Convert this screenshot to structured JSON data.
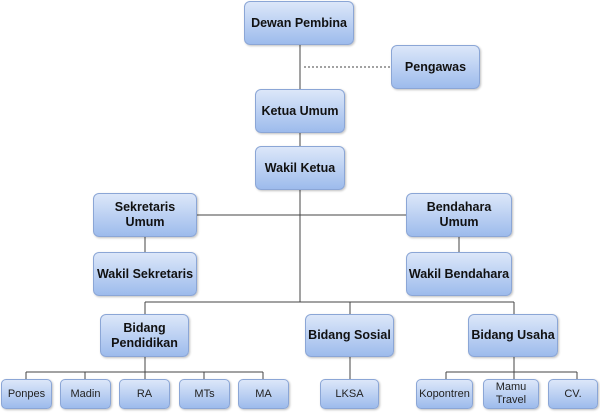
{
  "chart_title": "",
  "nodes": {
    "dewan_pembina": "Dewan Pembina",
    "pengawas": "Pengawas",
    "ketua_umum": "Ketua Umum",
    "wakil_ketua": "Wakil Ketua",
    "sekretaris_umum": "Sekretaris Umum",
    "wakil_sekretaris": "Wakil Sekretaris",
    "bendahara_umum": "Bendahara Umum",
    "wakil_bendahara": "Wakil Bendahara",
    "bidang_pendidikan": "Bidang Pendidikan",
    "bidang_sosial": "Bidang Sosial",
    "bidang_usaha": "Bidang Usaha",
    "ponpes": "Ponpes",
    "madin": "Madin",
    "ra": "RA",
    "mts": "MTs",
    "ma": "MA",
    "lksa": "LKSA",
    "kopontren": "Kopontren",
    "mamu_travel": "Mamu Travel",
    "cv": "CV."
  },
  "colors": {
    "box_top": "#dce7f9",
    "box_bottom": "#9dbbec",
    "border": "#8ba6d6",
    "line": "#444444"
  }
}
